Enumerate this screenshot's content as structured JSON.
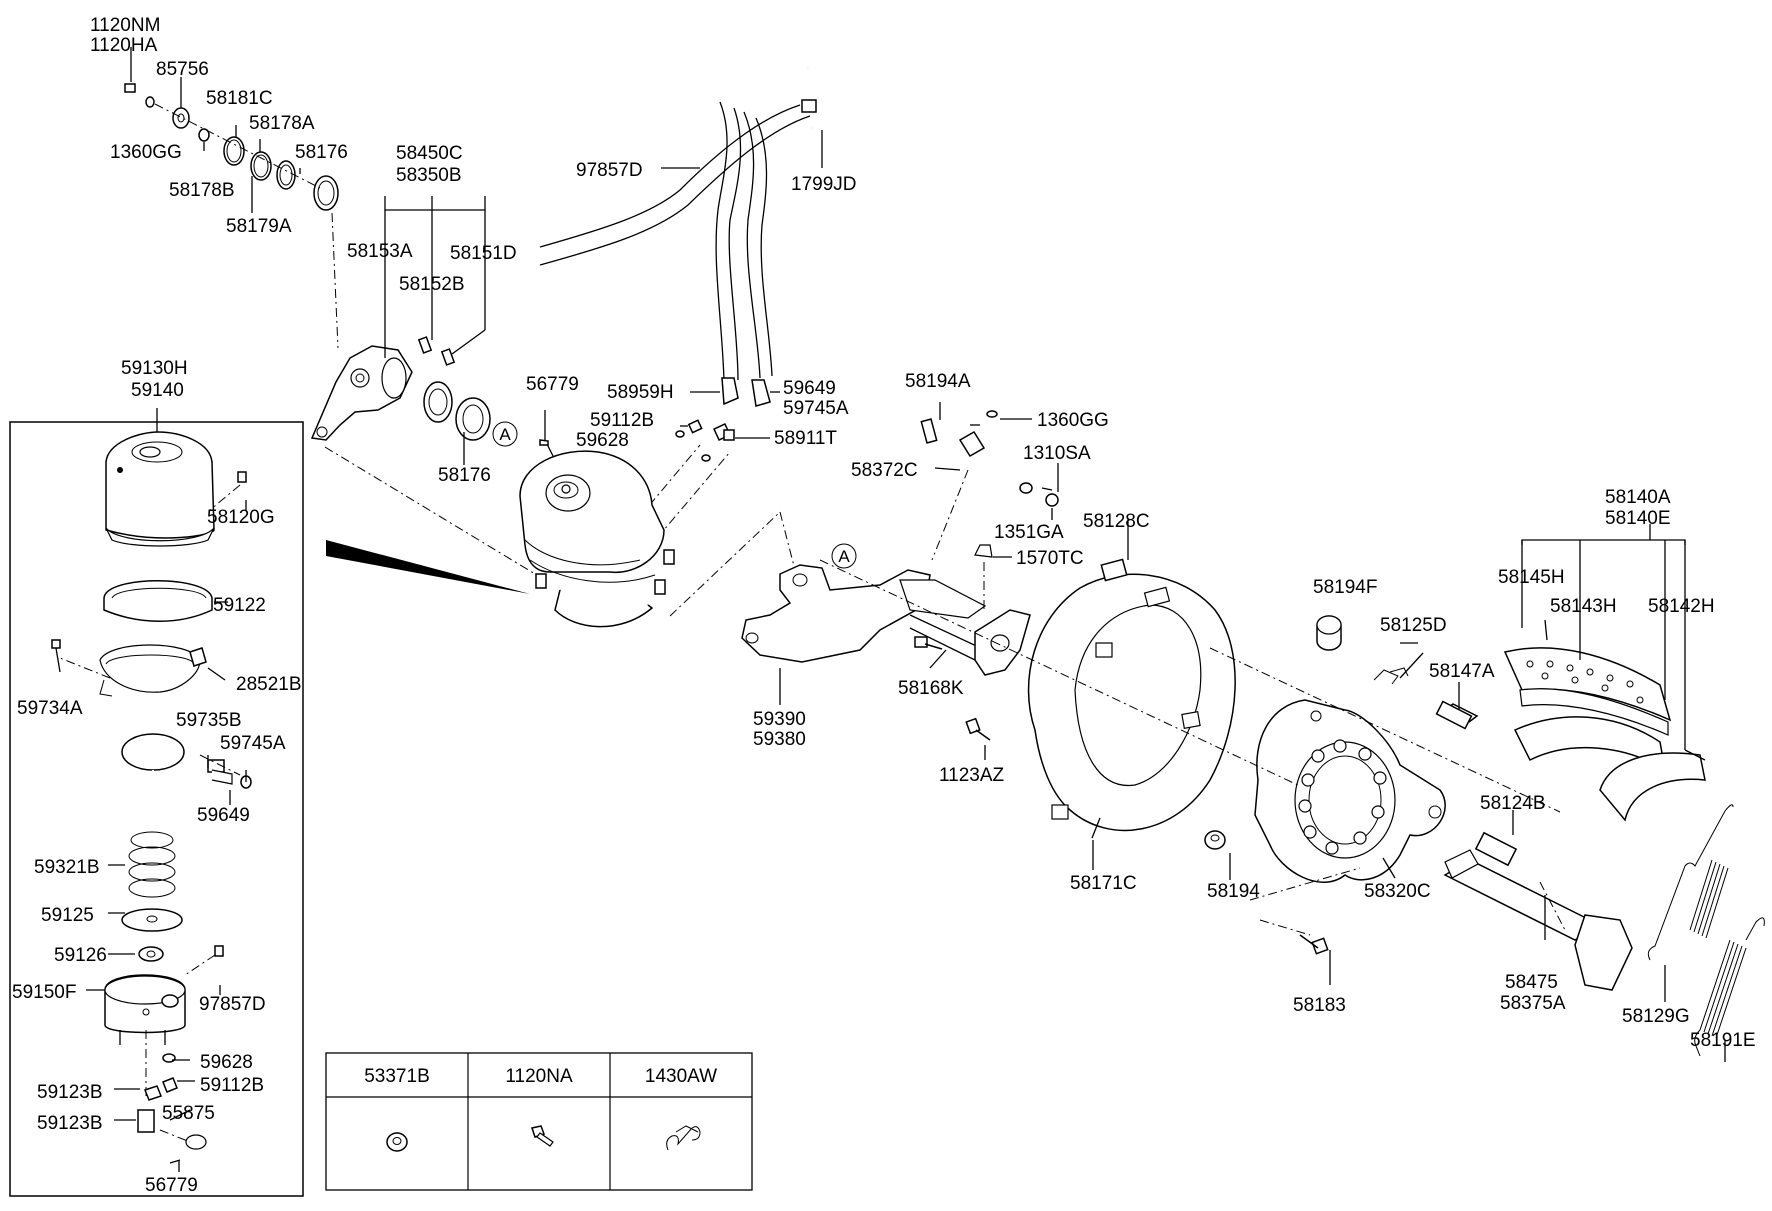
{
  "callouts": {
    "c1120NM": "1120NM",
    "c1120HA": "1120HA",
    "c85756": "85756",
    "c58181C": "58181C",
    "c58178A": "58178A",
    "c1360GG_top": "1360GG",
    "c58176_top": "58176",
    "c58178B": "58178B",
    "c58179A": "58179A",
    "c58450C": "58450C",
    "c58350B": "58350B",
    "c58153A": "58153A",
    "c58151D": "58151D",
    "c58152B": "58152B",
    "c58176_mid": "58176",
    "c97857D_top": "97857D",
    "c1799JD": "1799JD",
    "c56779_mid": "56779",
    "c58959H": "58959H",
    "c59649_top": "59649",
    "c59745A_top": "59745A",
    "c59112B_mid": "59112B",
    "c59628_mid": "59628",
    "c58911T": "58911T",
    "c58194A": "58194A",
    "c1360GG_mid": "1360GG",
    "c58372C": "58372C",
    "c1310SA": "1310SA",
    "c1351GA": "1351GA",
    "c58128C": "58128C",
    "c1570TC": "1570TC",
    "c58140A": "58140A",
    "c58140E": "58140E",
    "c58145H": "58145H",
    "c58143H": "58143H",
    "c58142H": "58142H",
    "c58194F": "58194F",
    "c58125D": "58125D",
    "c58147A": "58147A",
    "c59390": "59390",
    "c59380": "59380",
    "c58168K": "58168K",
    "c1123AZ": "1123AZ",
    "c58171C": "58171C",
    "c58194": "58194",
    "c58320C": "58320C",
    "c58124B": "58124B",
    "c58475": "58475",
    "c58375A": "58375A",
    "c58183": "58183",
    "c58129G": "58129G",
    "c58191E": "58191E",
    "c59130H": "59130H",
    "c59140": "59140",
    "c58120G": "58120G",
    "c59122": "59122",
    "c28521B": "28521B",
    "c59734A": "59734A",
    "c59735B": "59735B",
    "c59745A_box": "59745A",
    "c59649_box": "59649",
    "c59321B": "59321B",
    "c59125": "59125",
    "c59126": "59126",
    "c59150F": "59150F",
    "c97857D_box": "97857D",
    "c59628_box": "59628",
    "c59123B_a": "59123B",
    "c59112B_box": "59112B",
    "c59123B_b": "59123B",
    "c55875": "55875",
    "c56779_box": "56779",
    "ref_a1": "A",
    "ref_a2": "A"
  },
  "legend_table": {
    "headers": [
      "53371B",
      "1120NA",
      "1430AW"
    ]
  },
  "icons": [
    "nut-icon",
    "bolt-icon",
    "spring-clip-icon"
  ]
}
